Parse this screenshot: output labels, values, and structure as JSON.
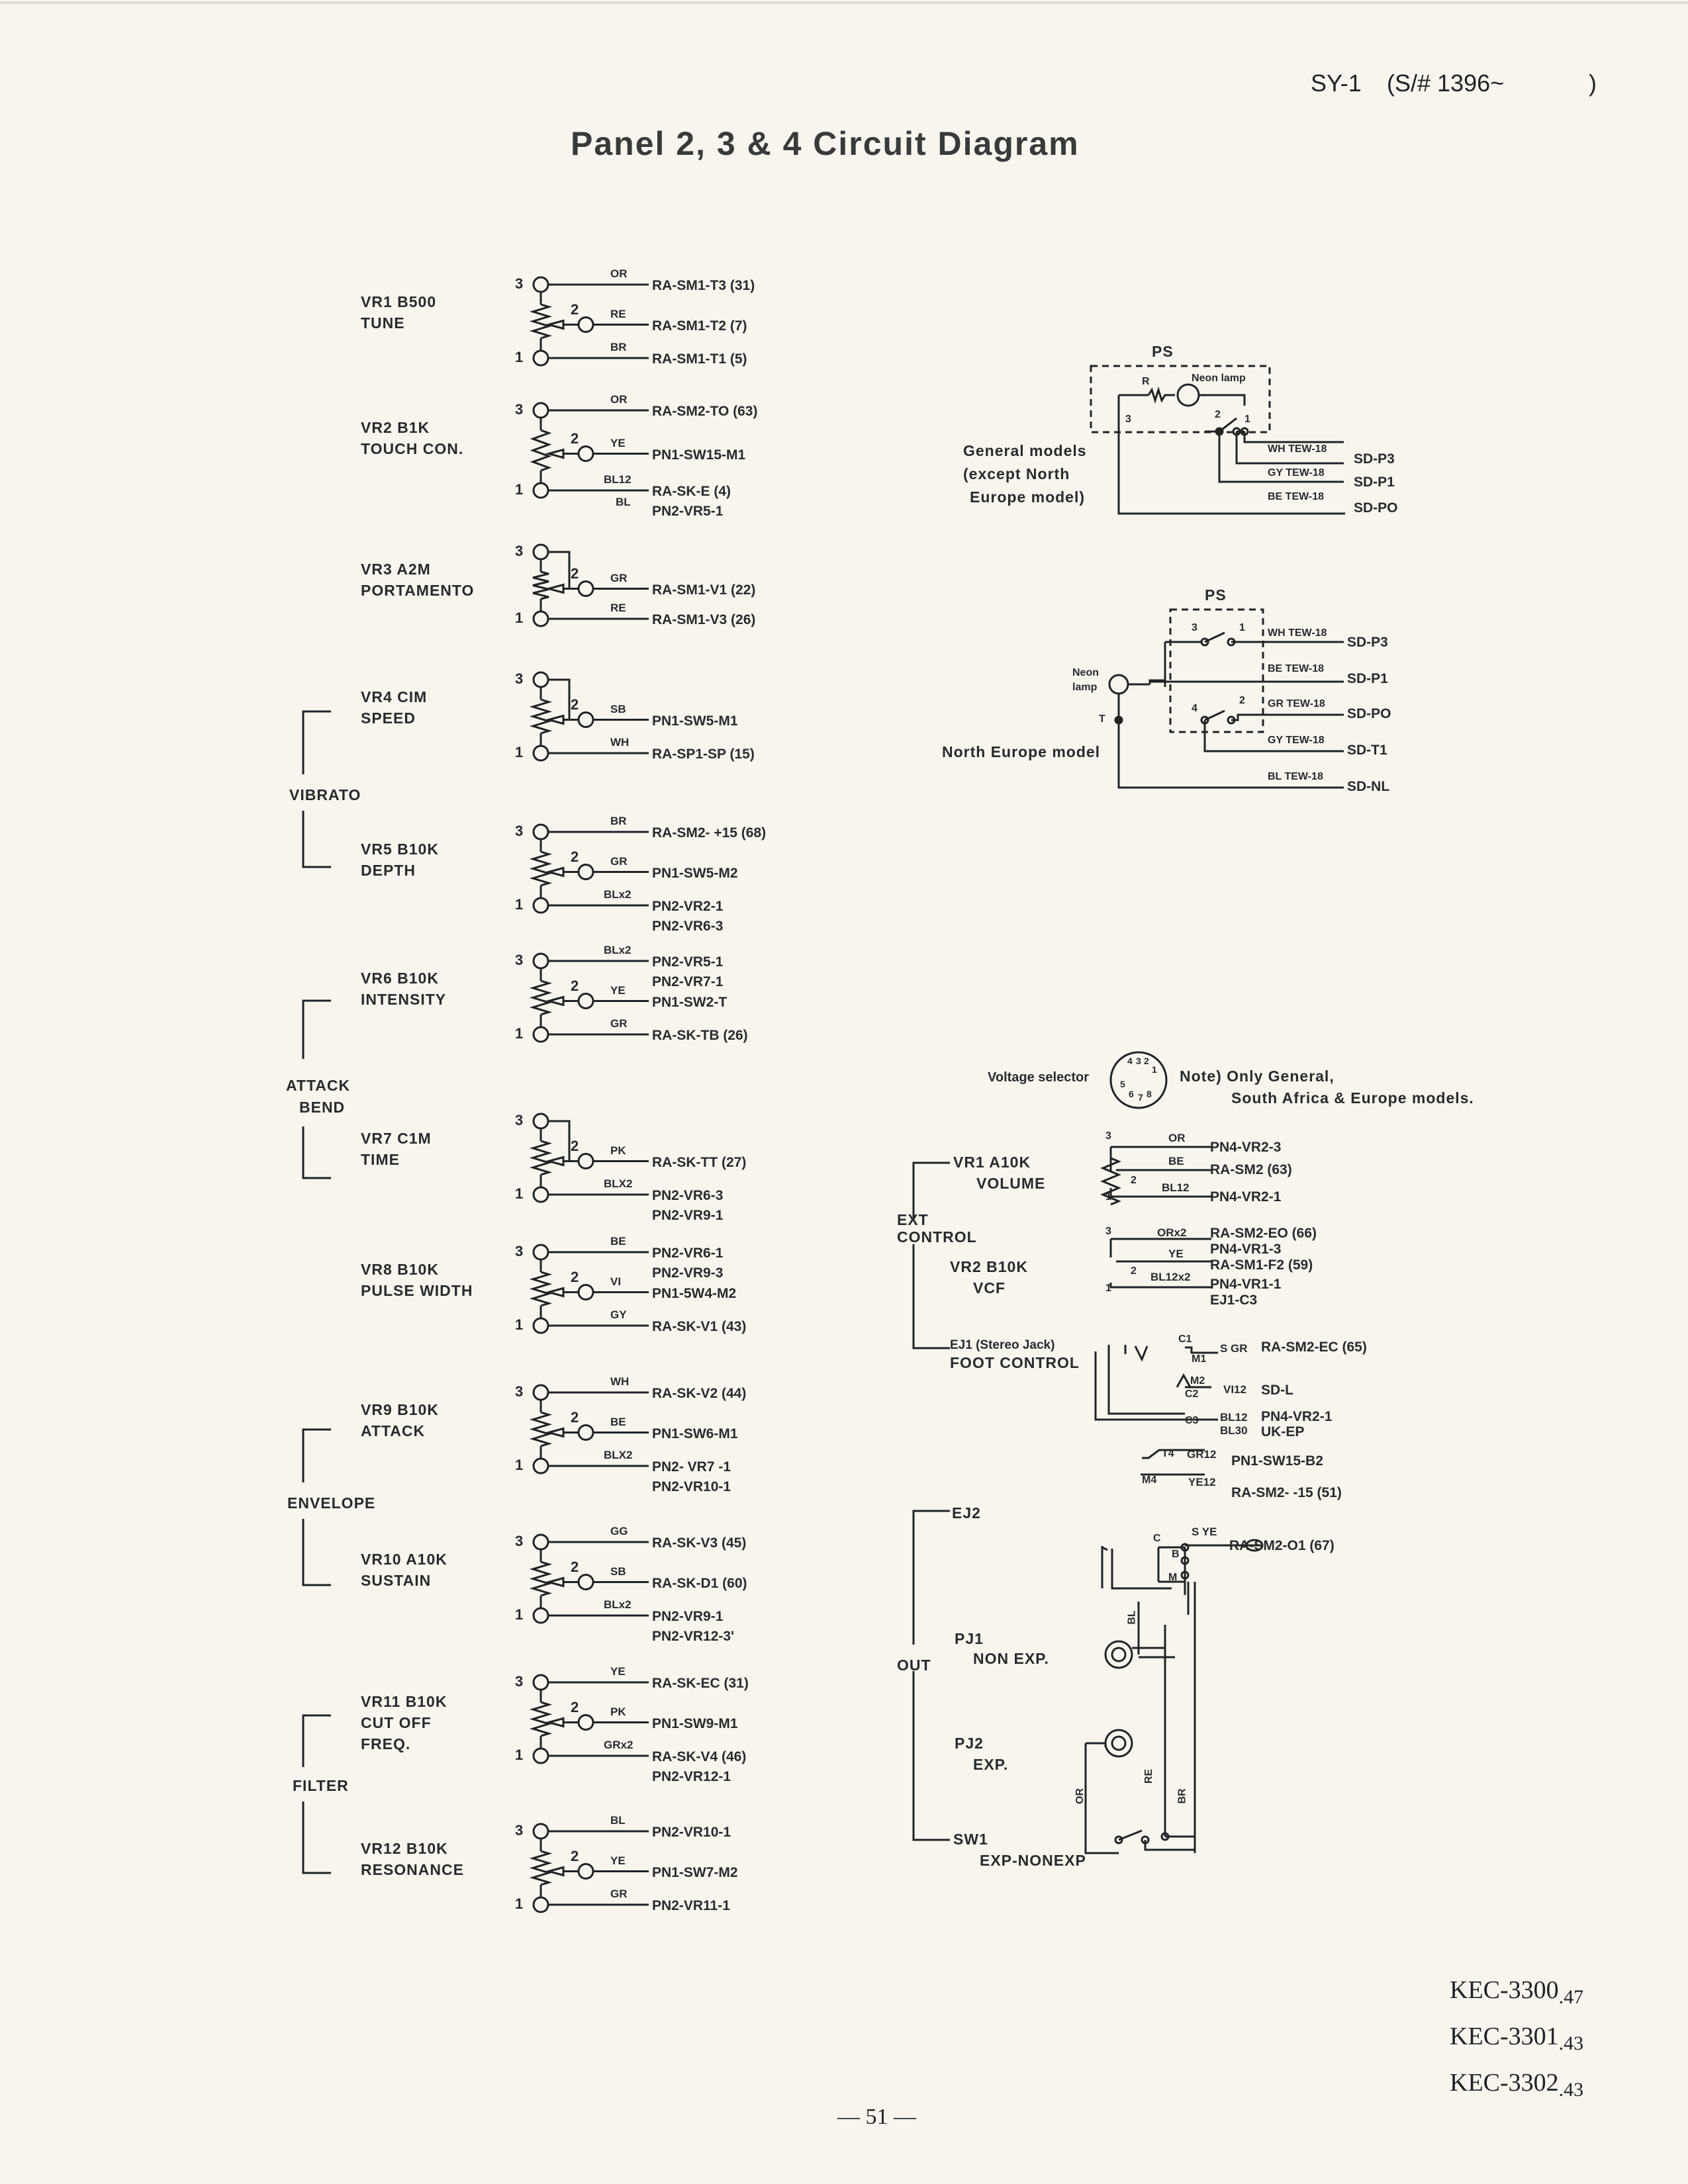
{
  "header": {
    "model": "SY-1",
    "serial": "(S/# 1396~",
    "close_paren": ")",
    "title": "Panel 2, 3 & 4 Circuit Diagram"
  },
  "left_pots": [
    {
      "label": [
        "VR1  B500",
        "TUNE"
      ],
      "wires": [
        {
          "code": "OR",
          "dest": "RA-SM1-T3 (31)"
        },
        {
          "code": "RE",
          "dest": "RA-SM1-T2 (7)"
        },
        {
          "code": "BR",
          "dest": "RA-SM1-T1 (5)"
        }
      ]
    },
    {
      "label": [
        "VR2  B1K",
        "TOUCH  CON."
      ],
      "wires": [
        {
          "code": "OR",
          "dest": "RA-SM2-TO (63)"
        },
        {
          "code": "YE",
          "dest": "PN1-SW15-M1"
        },
        {
          "code": "BL12",
          "code2": "BL",
          "dest": "RA-SK-E (4)",
          "dest2": "PN2-VR5-1"
        }
      ]
    },
    {
      "label": [
        "VR3  A2M",
        "PORTAMENTO"
      ],
      "wires": [
        {
          "code": "GR",
          "dest": "RA-SM1-V1 (22)"
        },
        {
          "code": "RE",
          "dest": "RA-SM1-V3 (26)"
        }
      ]
    },
    {
      "label": [
        "VR4  CIM",
        "SPEED"
      ],
      "wires": [
        {
          "code": "SB",
          "dest": "PN1-SW5-M1"
        },
        {
          "code": "WH",
          "dest": "RA-SP1-SP (15)"
        }
      ]
    },
    {
      "label": [
        "VR5  B10K",
        "DEPTH"
      ],
      "wires": [
        {
          "code": "BR",
          "dest": "RA-SM2- +15 (68)"
        },
        {
          "code": "GR",
          "dest": "PN1-SW5-M2"
        },
        {
          "code": "BLx2",
          "dest": "PN2-VR2-1",
          "dest2": "PN2-VR6-3"
        }
      ]
    },
    {
      "label": [
        "VR6  B10K",
        "INTENSITY"
      ],
      "wires": [
        {
          "code": "BLx2",
          "dest": "PN2-VR5-1",
          "dest2": "PN2-VR7-1"
        },
        {
          "code": "YE",
          "dest": "PN1-SW2-T"
        },
        {
          "code": "GR",
          "dest": "RA-SK-TB (26)"
        }
      ]
    },
    {
      "label": [
        "VR7  C1M",
        "TIME"
      ],
      "wires": [
        {
          "code": "PK",
          "dest": "RA-SK-TT (27)"
        },
        {
          "code": "BLX2",
          "dest": "PN2-VR6-3",
          "dest2": "PN2-VR9-1"
        }
      ]
    },
    {
      "label": [
        "VR8  B10K",
        "PULSE  WIDTH"
      ],
      "wires": [
        {
          "code": "BE",
          "dest": "PN2-VR6-1",
          "dest2": "PN2-VR9-3"
        },
        {
          "code": "VI",
          "dest": "PN1-5W4-M2"
        },
        {
          "code": "GY",
          "dest": "RA-SK-V1 (43)"
        }
      ]
    },
    {
      "label": [
        "VR9  B10K",
        "ATTACK"
      ],
      "wires": [
        {
          "code": "WH",
          "dest": "RA-SK-V2 (44)"
        },
        {
          "code": "BE",
          "dest": "PN1-SW6-M1"
        },
        {
          "code": "BLX2",
          "dest": "PN2- VR7 -1",
          "dest2": "PN2-VR10-1"
        }
      ]
    },
    {
      "label": [
        "VR10  A10K",
        "SUSTAIN"
      ],
      "wires": [
        {
          "code": "GG",
          "dest": "RA-SK-V3 (45)"
        },
        {
          "code": "SB",
          "dest": "RA-SK-D1 (60)"
        },
        {
          "code": "BLx2",
          "dest": "PN2-VR9-1",
          "dest2": "PN2-VR12-3'"
        }
      ]
    },
    {
      "label": [
        "VR11  B10K",
        "CUT  OFF",
        "FREQ."
      ],
      "wires": [
        {
          "code": "YE",
          "dest": "RA-SK-EC (31)"
        },
        {
          "code": "PK",
          "dest": "PN1-SW9-M1"
        },
        {
          "code": "GRx2",
          "dest": "RA-SK-V4 (46)",
          "dest2": "PN2-VR12-1"
        }
      ]
    },
    {
      "label": [
        "VR12  B10K",
        "RESONANCE"
      ],
      "wires": [
        {
          "code": "BL",
          "dest": "PN2-VR10-1"
        },
        {
          "code": "YE",
          "dest": "PN1-SW7-M2"
        },
        {
          "code": "GR",
          "dest": "PN2-VR11-1"
        }
      ]
    }
  ],
  "groups": [
    "VIBRATO",
    "ATTACK",
    "BEND",
    "ENVELOPE",
    "FILTER"
  ],
  "pin_numbers": [
    "1",
    "2",
    "3",
    "4",
    "T"
  ],
  "power_general": {
    "ps": "PS",
    "r": "R",
    "neon": "Neon  lamp",
    "label": [
      "General  models",
      "(except  North",
      "Europe  model)"
    ],
    "wires": [
      {
        "code": "WH  TEW-18",
        "dest": "SD-P3"
      },
      {
        "code": "GY  TEW-18",
        "dest": "SD-P1"
      },
      {
        "code": "BE  TEW-18",
        "dest": "SD-PO"
      }
    ]
  },
  "power_north": {
    "ps": "PS",
    "neon": "Neon",
    "neon2": "lamp",
    "label": "North  Europe  model",
    "wires": [
      {
        "code": "WH  TEW-18",
        "dest": "SD-P3"
      },
      {
        "code": "BE  TEW-18",
        "dest": "SD-P1"
      },
      {
        "code": "GR  TEW-18",
        "dest": "SD-PO"
      },
      {
        "code": "GY  TEW-18",
        "dest": "SD-T1"
      },
      {
        "code": "BL  TEW-18",
        "dest": "SD-NL"
      }
    ]
  },
  "voltage": {
    "label": "Voltage  selector",
    "note": [
      "Note)  Only  General,",
      "South  Africa  &  Europe  models."
    ],
    "pins": [
      "4",
      "3",
      "2",
      "1",
      "5",
      "6",
      "7",
      "8"
    ]
  },
  "ext_control": {
    "group": [
      "EXT",
      "CONTROL"
    ],
    "vr1": {
      "label": [
        "VR1  A10K",
        "VOLUME"
      ],
      "wires": [
        {
          "code": "OR",
          "dest": "PN4-VR2-3"
        },
        {
          "code": "BE",
          "dest": "RA-SM2 (63)"
        },
        {
          "code": "BL12",
          "dest": "PN4-VR2-1"
        }
      ]
    },
    "vr2": {
      "label": [
        "VR2  B10K",
        "VCF"
      ],
      "wires": [
        {
          "code": "ORx2",
          "dest": "RA-SM2-EO (66)",
          "dest2": "PN4-VR1-3"
        },
        {
          "code": "YE",
          "dest": "RA-SM1-F2 (59)"
        },
        {
          "code": "BL12x2",
          "dest": "PN4-VR1-1",
          "dest2": "EJ1-C3"
        }
      ]
    },
    "ej1": {
      "label": [
        "EJ1  (Stereo  Jack)",
        "FOOT  CONTROL"
      ],
      "terms": [
        "C1",
        "M1",
        "M2",
        "C2",
        "C3",
        "T4",
        "M4"
      ],
      "wires": [
        {
          "code": "S GR",
          "dest": "RA-SM2-EC (65)"
        },
        {
          "code": "VI12",
          "dest": "SD-L"
        },
        {
          "code": "BL12",
          "dest": "PN4-VR2-1"
        },
        {
          "code": "BL30",
          "dest": "UK-EP"
        },
        {
          "code": "GR12",
          "dest": "PN1-SW15-B2"
        },
        {
          "code": "YE12",
          "dest": "RA-SM2- -15 (51)"
        }
      ]
    }
  },
  "out": {
    "group": "OUT",
    "ej2": "EJ2",
    "pj1": [
      "PJ1",
      "NON  EXP."
    ],
    "pj2": [
      "PJ2",
      "EXP."
    ],
    "sw1": [
      "SW1",
      "EXP-NONEXP"
    ],
    "terms": [
      "C",
      "B",
      "M"
    ],
    "wires": [
      {
        "code": "S YE",
        "dest": "RA-SM2-O1 (67)"
      }
    ],
    "vertical_codes": [
      "BL",
      "OR",
      "RE",
      "BR"
    ]
  },
  "footer": {
    "codes": [
      {
        "main": "KEC-3300",
        "sub": ".47"
      },
      {
        "main": "KEC-3301",
        "sub": ".43"
      },
      {
        "main": "KEC-3302",
        "sub": ".43"
      }
    ],
    "page": "— 51 —"
  }
}
